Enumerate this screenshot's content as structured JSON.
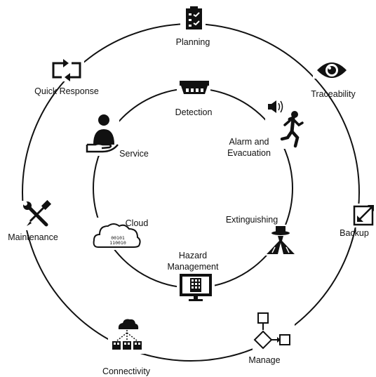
{
  "outer_ring": {
    "planning": "Planning",
    "traceability": "Traceability",
    "backup": "Backup",
    "manage": "Manage",
    "connectivity": "Connectivity",
    "maintenance": "Maintenance",
    "quick_response": "Quick Response"
  },
  "inner_ring": {
    "detection": "Detection",
    "alarm_line1": "Alarm and",
    "alarm_line2": "Evacuation",
    "extinguishing": "Extinguishing",
    "hazard_line1": "Hazard",
    "hazard_line2": "Management",
    "cloud": "Cloud",
    "service": "Service"
  },
  "cloud_binary": {
    "line1": "00101",
    "line2": "110010"
  },
  "icons": {
    "planning": "clipboard-checklist-icon",
    "traceability": "eye-icon",
    "backup": "resize-arrow-icon",
    "manage": "flowchart-icon",
    "connectivity": "cloud-network-icon",
    "maintenance": "wrench-screwdriver-icon",
    "quick_response": "refresh-loop-icon",
    "detection": "smoke-detector-icon",
    "alarm": "running-person-speaker-icon",
    "extinguishing": "sprinkler-icon",
    "hazard": "monitor-panel-icon",
    "cloud": "cloud-data-icon",
    "service": "hand-person-icon"
  },
  "colors": {
    "line": "#111111",
    "background": "#ffffff"
  }
}
